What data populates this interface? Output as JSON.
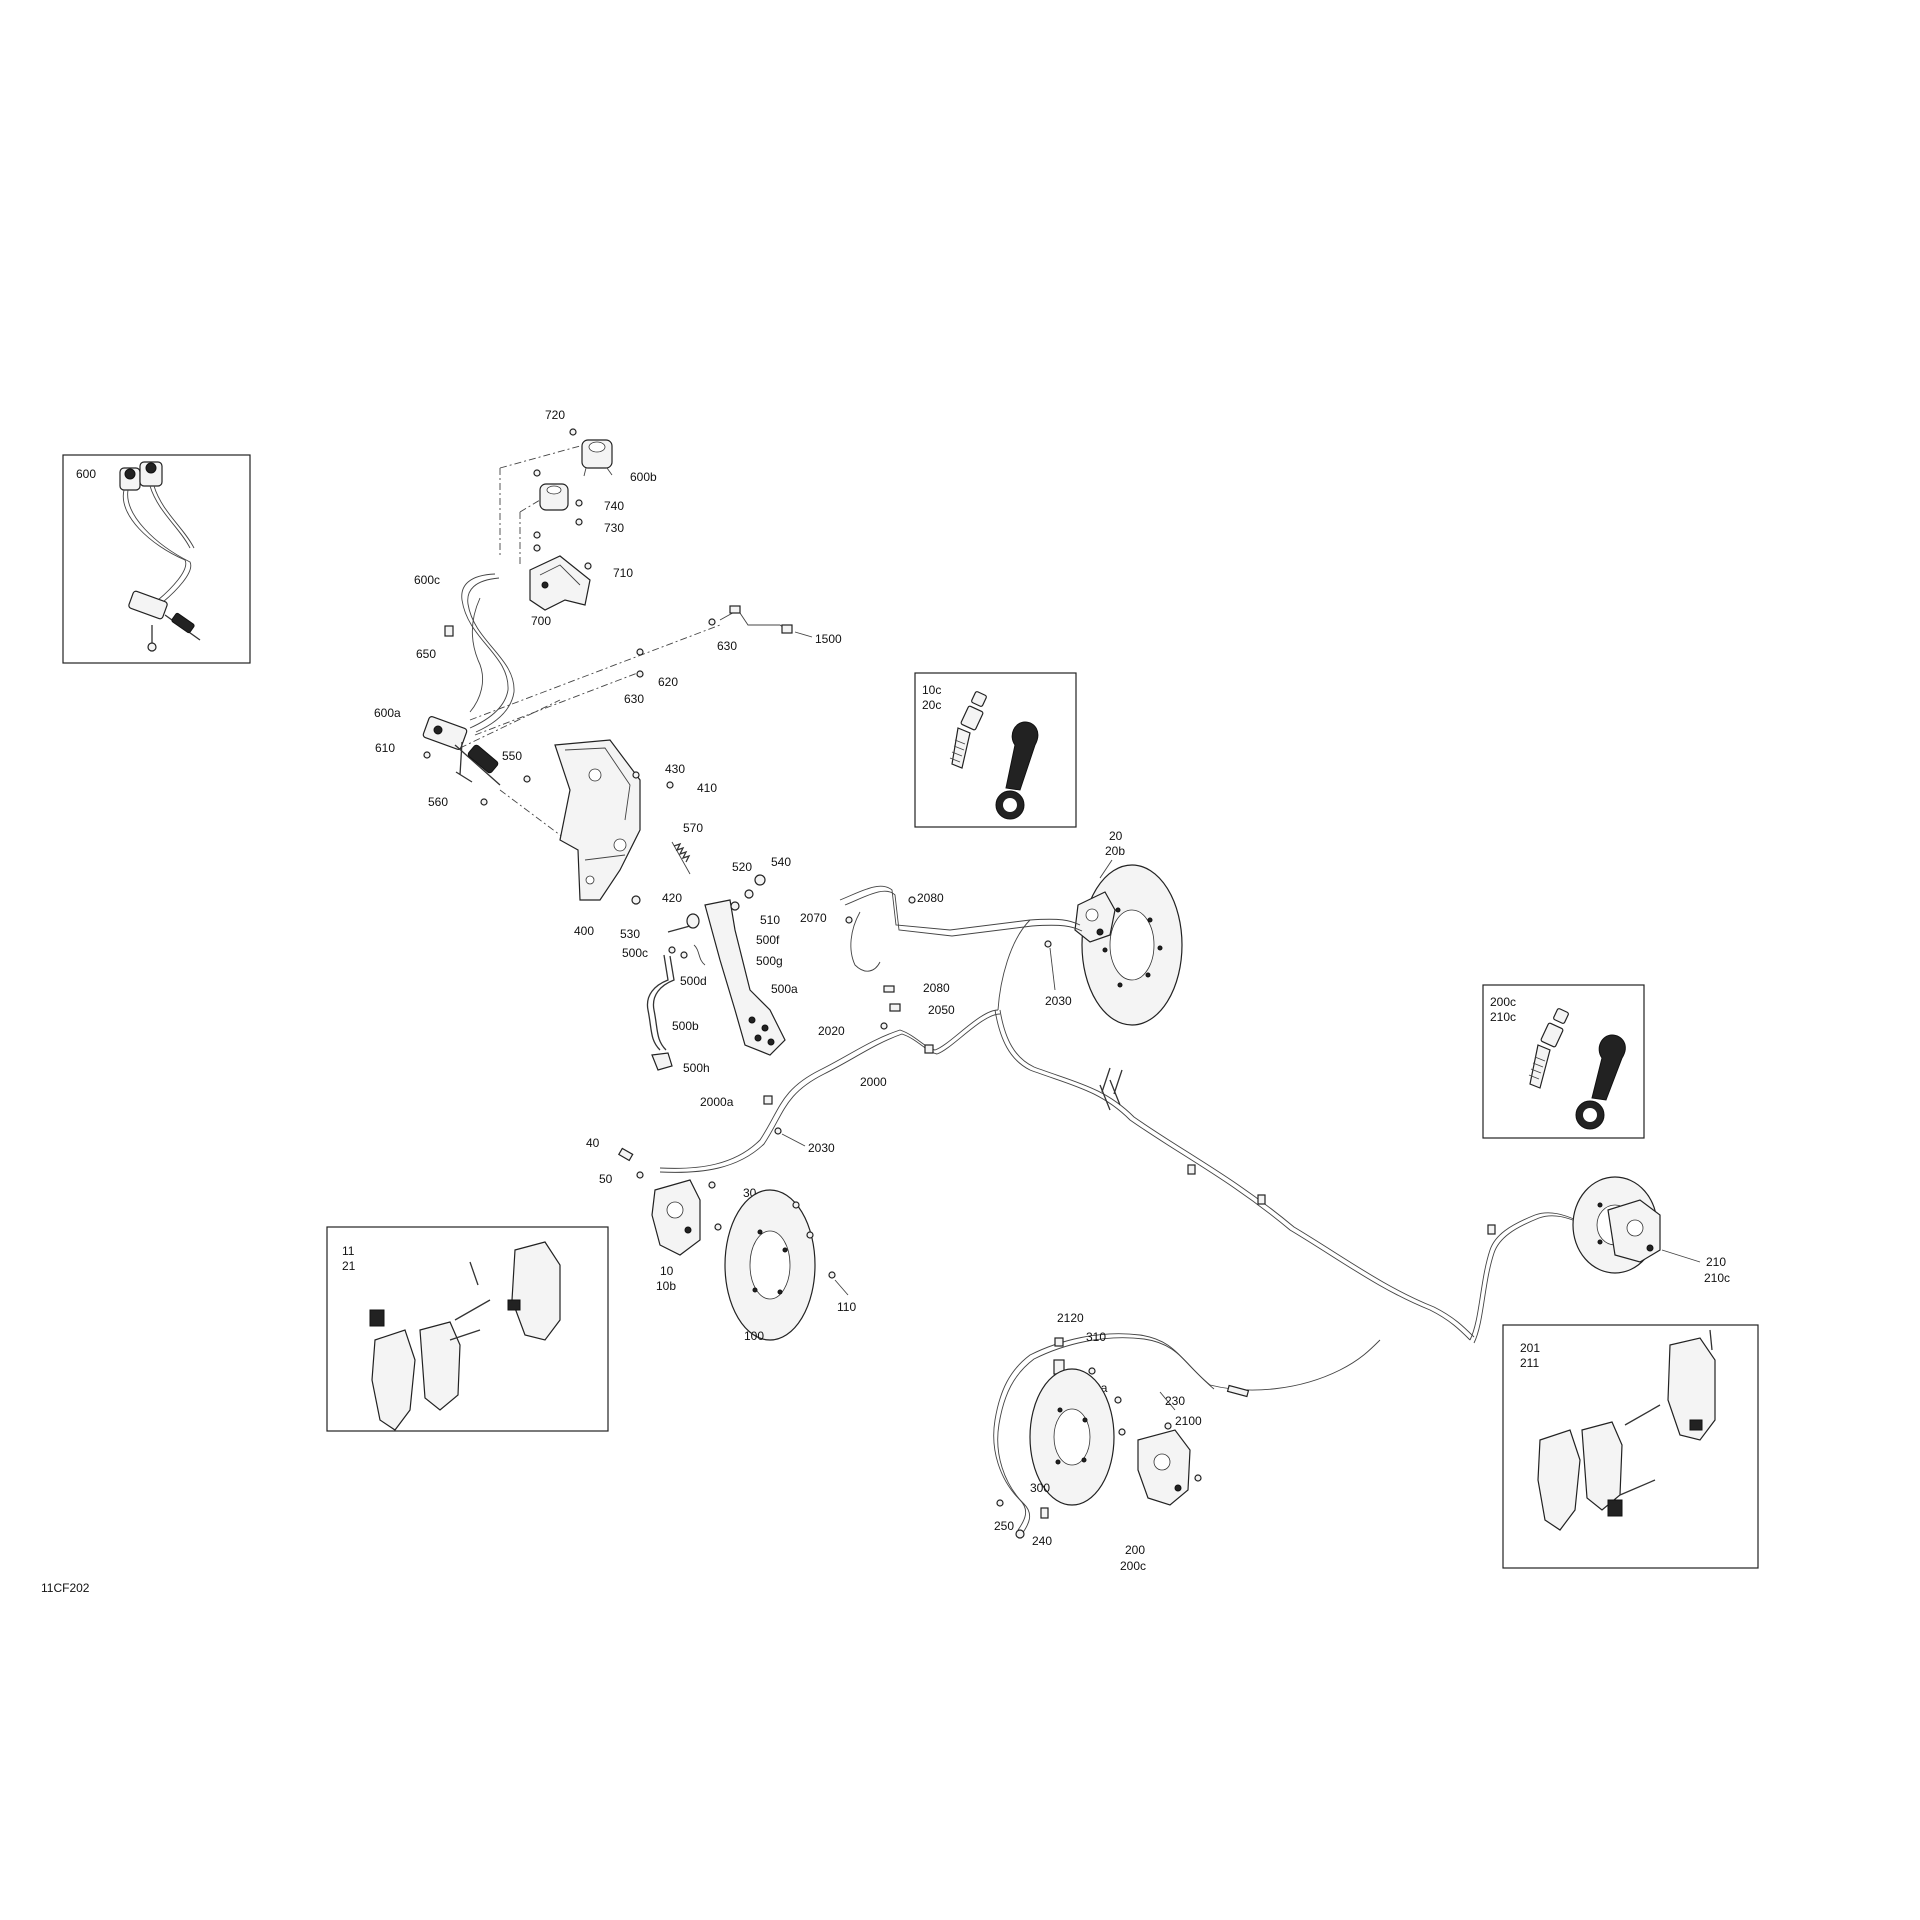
{
  "figure_id": "11CF202",
  "labels": {
    "l600": "600",
    "l600b": "600b",
    "l600c": "600c",
    "l600a": "600a",
    "l610": "610",
    "l620": "620",
    "l630a": "630",
    "l630b": "630",
    "l650": "650",
    "l700": "700",
    "l710": "710",
    "l720": "720",
    "l730": "730",
    "l740": "740",
    "l1500": "1500",
    "l400": "400",
    "l410": "410",
    "l420": "420",
    "l430": "430",
    "l500a": "500a",
    "l500b": "500b",
    "l500c": "500c",
    "l500d": "500d",
    "l500f": "500f",
    "l500g": "500g",
    "l500h": "500h",
    "l510": "510",
    "l520": "520",
    "l530": "530",
    "l540": "540",
    "l550": "550",
    "l560": "560",
    "l570": "570",
    "l10c": "10c",
    "l20c": "20c",
    "l20": "20",
    "l20b": "20b",
    "l2070": "2070",
    "l2080a": "2080",
    "l2080b": "2080",
    "l2050": "2050",
    "l2030a": "2030",
    "l2030b": "2030",
    "l2020": "2020",
    "l2000": "2000",
    "l2000a": "2000a",
    "l40": "40",
    "l50": "50",
    "l30": "30",
    "l10": "10",
    "l10b": "10b",
    "l100": "100",
    "l110": "110",
    "l11": "11",
    "l21": "21",
    "l200c": "200c",
    "l210c": "210c",
    "l210": "210",
    "l210c2": "210c",
    "l201": "201",
    "l211": "211",
    "l2120": "2120",
    "l2100a": "2100a",
    "l2100": "2100",
    "l310": "310",
    "l230": "230",
    "l300": "300",
    "l200": "200",
    "l200c2": "200c",
    "l250": "250",
    "l240": "240"
  }
}
